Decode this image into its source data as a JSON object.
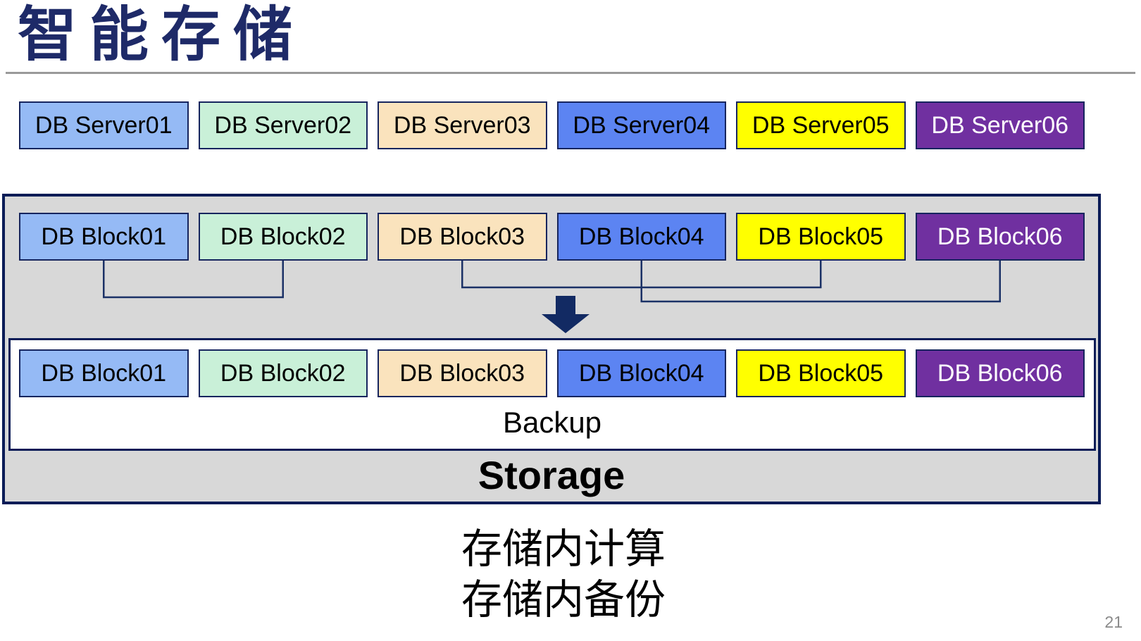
{
  "palette": {
    "title_color": "#1e2a68",
    "box_border": "#16255e",
    "container_fill": "#d8d8d8",
    "container_border": "#0a1c57",
    "connector": "#1b3166",
    "arrow": "#122a63",
    "divider_gray": "#9a9a9a",
    "page_number_gray": "#8a8a8a"
  },
  "title": "智能存储",
  "servers": [
    {
      "label": "DB Server01",
      "fill": "#95baf5",
      "text": "#000000"
    },
    {
      "label": "DB Server02",
      "fill": "#c9f0d8",
      "text": "#000000"
    },
    {
      "label": "DB Server03",
      "fill": "#fae3bd",
      "text": "#000000"
    },
    {
      "label": "DB Server04",
      "fill": "#5c84f2",
      "text": "#000000"
    },
    {
      "label": "DB Server05",
      "fill": "#ffff00",
      "text": "#000000"
    },
    {
      "label": "DB Server06",
      "fill": "#7030a0",
      "text": "#ffffff"
    }
  ],
  "storage_unit": {
    "blocks_top": [
      {
        "label": "DB Block01",
        "fill": "#95baf5",
        "text": "#000000"
      },
      {
        "label": "DB Block02",
        "fill": "#c9f0d8",
        "text": "#000000"
      },
      {
        "label": "DB Block03",
        "fill": "#fae3bd",
        "text": "#000000"
      },
      {
        "label": "DB Block04",
        "fill": "#5c84f2",
        "text": "#000000"
      },
      {
        "label": "DB Block05",
        "fill": "#ffff00",
        "text": "#000000"
      },
      {
        "label": "DB Block06",
        "fill": "#7030a0",
        "text": "#ffffff"
      }
    ],
    "blocks_bottom": [
      {
        "label": "DB Block01",
        "fill": "#95baf5",
        "text": "#000000"
      },
      {
        "label": "DB Block02",
        "fill": "#c9f0d8",
        "text": "#000000"
      },
      {
        "label": "DB Block03",
        "fill": "#fae3bd",
        "text": "#000000"
      },
      {
        "label": "DB Block04",
        "fill": "#5c84f2",
        "text": "#000000"
      },
      {
        "label": "DB Block05",
        "fill": "#ffff00",
        "text": "#000000"
      },
      {
        "label": "DB Block06",
        "fill": "#7030a0",
        "text": "#ffffff"
      }
    ],
    "backup_label": "Backup",
    "storage_label": "Storage"
  },
  "connections": [
    {
      "from": 0,
      "to": 1,
      "depth": 422
    },
    {
      "from": 2,
      "to": 4,
      "depth": 408
    },
    {
      "from": 3,
      "to": 5,
      "depth": 428
    }
  ],
  "caption_lines": {
    "line1": "存储内计算",
    "line2": "存储内备份"
  },
  "page_number": "21"
}
